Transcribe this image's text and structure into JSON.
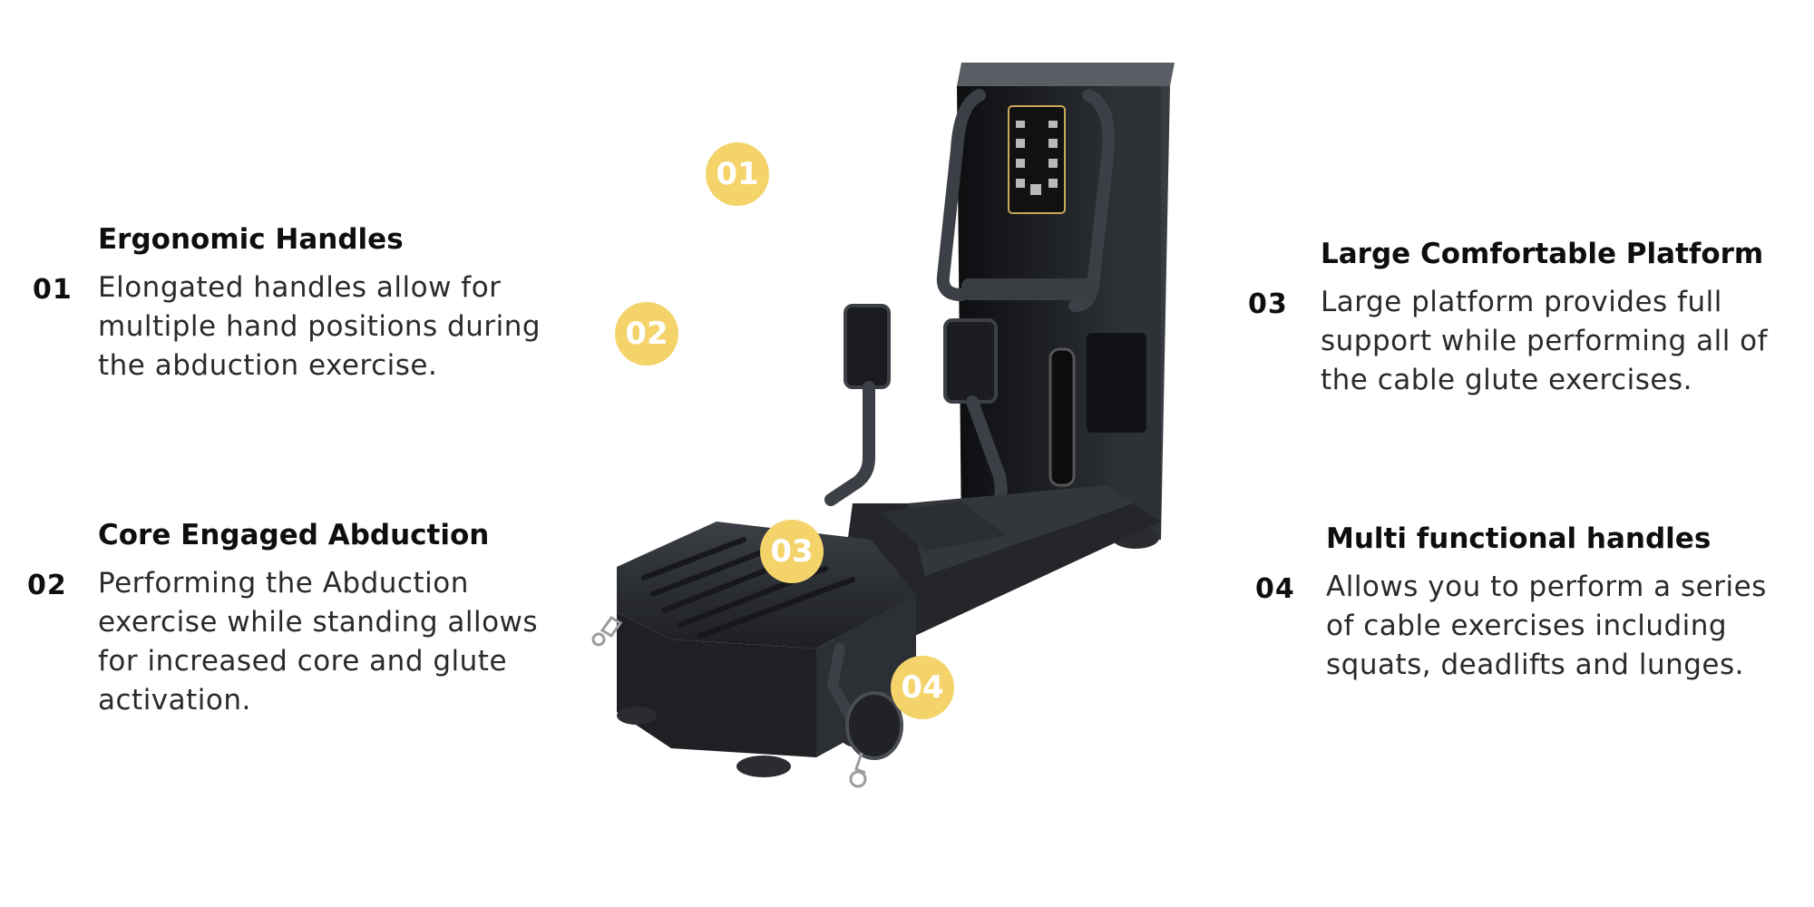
{
  "features": [
    {
      "number": "01",
      "title": "Ergonomic Handles",
      "description": "Elongated handles allow for multiple hand positions during the abduction exercise."
    },
    {
      "number": "02",
      "title": "Core Engaged Abduction",
      "description": "Performing the Abduction exercise while standing allows for increased core and glute activation."
    },
    {
      "number": "03",
      "title": "Large Comfortable Platform",
      "description": "Large platform provides full support while performing all of the cable glute exercises."
    },
    {
      "number": "04",
      "title": "Multi functional handles",
      "description": "Allows you to perform a series of cable exercises including squats, deadlifts and lunges."
    }
  ],
  "badges": [
    "01",
    "02",
    "03",
    "04"
  ],
  "colors": {
    "badge": "#f3d36a",
    "machine": "#1c1e22",
    "text": "#0e0e0e"
  }
}
